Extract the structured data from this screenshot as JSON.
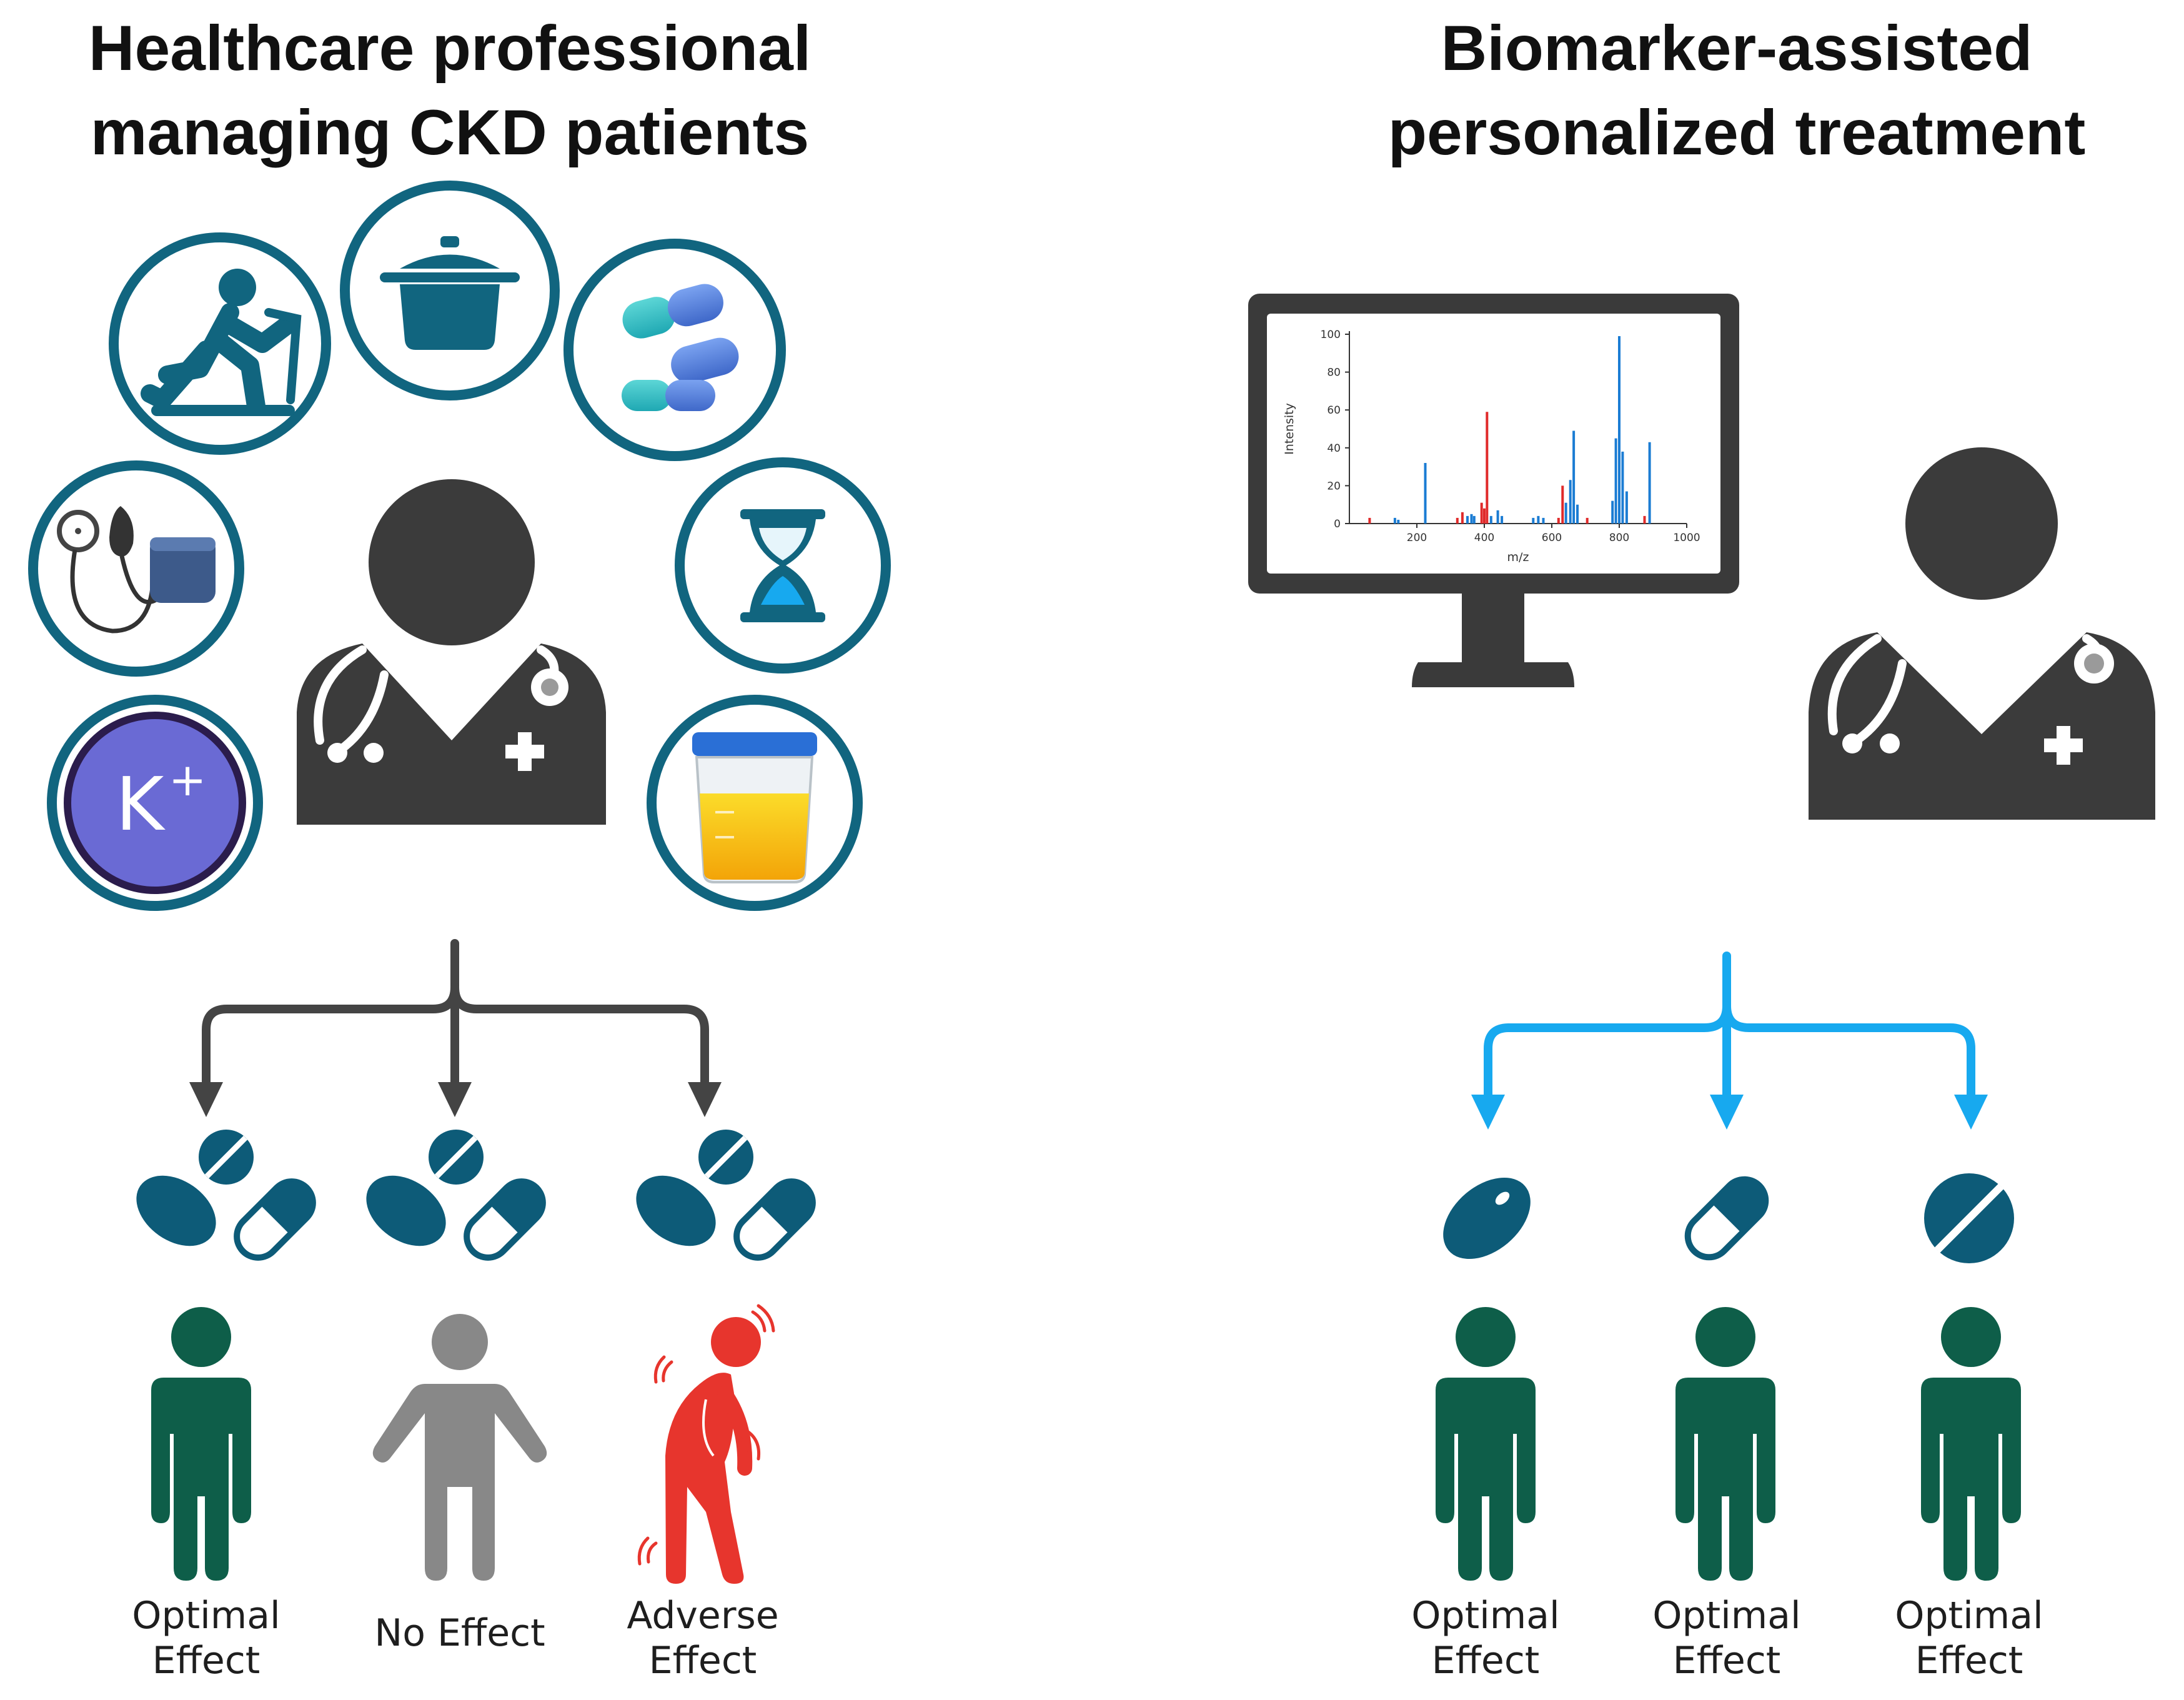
{
  "left_panel": {
    "title_lines": [
      "Healthcare professional",
      "managing CKD patients"
    ],
    "topic_icons": [
      "treadmill-icon",
      "cooking-pot-icon",
      "capsules-icon",
      "blood-pressure-cuff-icon",
      "hourglass-icon",
      "potassium-icon",
      "urine-sample-cup-icon"
    ],
    "potassium_symbol": "K",
    "potassium_charge": "+",
    "outcomes": [
      {
        "label_lines": [
          "Optimal",
          "Effect"
        ],
        "figure": "green-person-icon"
      },
      {
        "label_lines": [
          "No Effect"
        ],
        "figure": "gray-person-icon"
      },
      {
        "label_lines": [
          "Adverse",
          "Effect"
        ],
        "figure": "red-sick-person-icon"
      }
    ]
  },
  "right_panel": {
    "title_lines": [
      "Biomarker-assisted",
      "personalized treatment"
    ],
    "outcomes": [
      {
        "label_lines": [
          "Optimal",
          "Effect"
        ],
        "medication": "oval-tablet-icon"
      },
      {
        "label_lines": [
          "Optimal",
          "Effect"
        ],
        "medication": "capsule-icon"
      },
      {
        "label_lines": [
          "Optimal",
          "Effect"
        ],
        "medication": "round-scored-tablet-icon"
      }
    ]
  },
  "colors": {
    "ring": "#11657f",
    "drug": "#0d5b78",
    "doctor": "#3b3b3b",
    "arrow_left": "#444444",
    "arrow_right": "#17a9ef",
    "green_person": "#0e5e49",
    "gray_person": "#888888",
    "red_person": "#e7352d",
    "spectrum_red": "#e02a2a",
    "spectrum_blue": "#1b7cd3"
  },
  "chart_data": {
    "type": "bar",
    "title": "",
    "xlabel": "m/z",
    "ylabel": "Intensity",
    "xlim": [
      0,
      1000
    ],
    "ylim": [
      0,
      100
    ],
    "x_ticks": [
      200,
      400,
      600,
      800,
      1000
    ],
    "y_ticks": [
      0,
      20,
      40,
      60,
      80,
      100
    ],
    "peaks": [
      {
        "x": 60,
        "y": 3,
        "color": "red"
      },
      {
        "x": 135,
        "y": 3,
        "color": "blue"
      },
      {
        "x": 145,
        "y": 2,
        "color": "blue"
      },
      {
        "x": 225,
        "y": 32,
        "color": "blue"
      },
      {
        "x": 320,
        "y": 3,
        "color": "red"
      },
      {
        "x": 335,
        "y": 6,
        "color": "red"
      },
      {
        "x": 350,
        "y": 4,
        "color": "blue"
      },
      {
        "x": 362,
        "y": 5,
        "color": "blue"
      },
      {
        "x": 370,
        "y": 4,
        "color": "blue"
      },
      {
        "x": 392,
        "y": 11,
        "color": "red"
      },
      {
        "x": 400,
        "y": 8,
        "color": "red"
      },
      {
        "x": 408,
        "y": 59,
        "color": "red"
      },
      {
        "x": 420,
        "y": 4,
        "color": "blue"
      },
      {
        "x": 440,
        "y": 7,
        "color": "blue"
      },
      {
        "x": 452,
        "y": 4,
        "color": "blue"
      },
      {
        "x": 545,
        "y": 3,
        "color": "blue"
      },
      {
        "x": 560,
        "y": 4,
        "color": "blue"
      },
      {
        "x": 575,
        "y": 3,
        "color": "blue"
      },
      {
        "x": 620,
        "y": 3,
        "color": "red"
      },
      {
        "x": 632,
        "y": 20,
        "color": "red"
      },
      {
        "x": 642,
        "y": 11,
        "color": "blue"
      },
      {
        "x": 655,
        "y": 23,
        "color": "blue"
      },
      {
        "x": 665,
        "y": 49,
        "color": "blue"
      },
      {
        "x": 676,
        "y": 10,
        "color": "blue"
      },
      {
        "x": 705,
        "y": 3,
        "color": "red"
      },
      {
        "x": 780,
        "y": 12,
        "color": "blue"
      },
      {
        "x": 790,
        "y": 45,
        "color": "blue"
      },
      {
        "x": 800,
        "y": 99,
        "color": "blue"
      },
      {
        "x": 810,
        "y": 38,
        "color": "blue"
      },
      {
        "x": 822,
        "y": 17,
        "color": "blue"
      },
      {
        "x": 875,
        "y": 4,
        "color": "red"
      },
      {
        "x": 890,
        "y": 43,
        "color": "blue"
      }
    ]
  }
}
